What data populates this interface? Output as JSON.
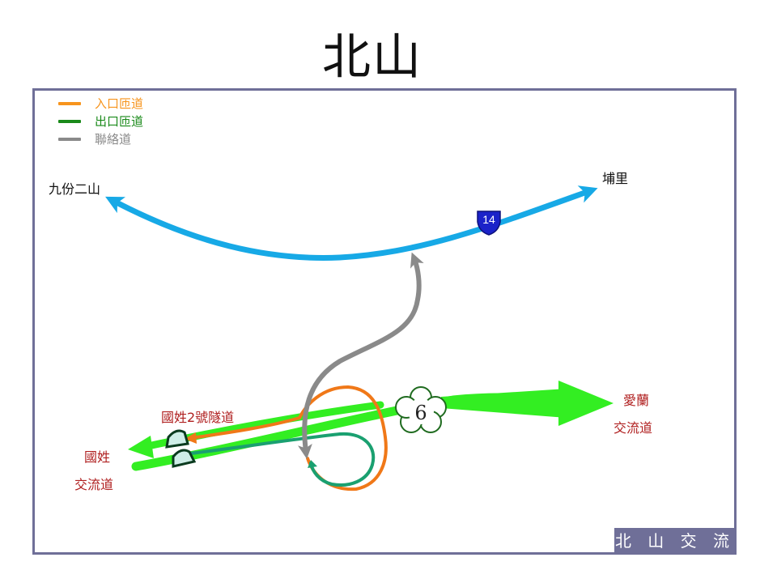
{
  "title": "北山",
  "legend": [
    {
      "label": "入口匝道",
      "color": "#f7941d"
    },
    {
      "label": "出口匝道",
      "color": "#1a8a1a"
    },
    {
      "label": "聯絡道",
      "color": "#8a8a8a"
    }
  ],
  "places": {
    "west_top": "九份二山",
    "east_top": "埔里",
    "tunnel": "國姓2號隧道",
    "west_bottom_1": "國姓",
    "west_bottom_2": "交流道",
    "east_bottom_1": "愛蘭",
    "east_bottom_2": "交流道"
  },
  "shields": {
    "provincial": "14",
    "freeway": "6"
  },
  "corner_label": "北 山 交 流 道",
  "colors": {
    "frame": "#6f6f98",
    "provincial_road": "#17a9e6",
    "freeway": "#33ee22",
    "freeway_dark": "#11a060",
    "entrance": "#f07818",
    "exit": "#1aa070",
    "connector": "#8a8a8a",
    "label_red": "#b02020"
  }
}
